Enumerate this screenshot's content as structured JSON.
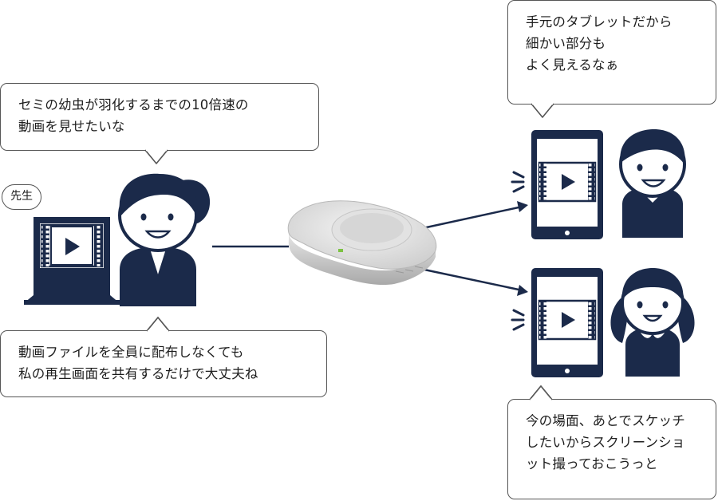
{
  "bubbles": {
    "teacher_top": {
      "lines": [
        "セミの幼虫が羽化するまでの10倍速の",
        "動画を見せたいな"
      ]
    },
    "teacher_bottom": {
      "lines": [
        "動画ファイルを全員に配布しなくても",
        "私の再生画面を共有するだけで大丈夫ね"
      ]
    },
    "student_top": {
      "lines": [
        "手元のタブレットだから",
        "細かい部分も",
        "よく見えるなぁ"
      ]
    },
    "student_bottom": {
      "lines": [
        "今の場面、あとでスケッチ",
        "したいからスクリーンショ",
        "ット撮っておこうっと"
      ]
    }
  },
  "teacher_label": "先生",
  "colors": {
    "navy": "#1b2a4a",
    "outline": "#555555",
    "device_green": "#7cc242"
  },
  "icons": [
    "laptop-icon",
    "teacher-icon",
    "receiver-device-icon",
    "tablet-icon",
    "boy-icon",
    "girl-icon",
    "play-icon"
  ]
}
